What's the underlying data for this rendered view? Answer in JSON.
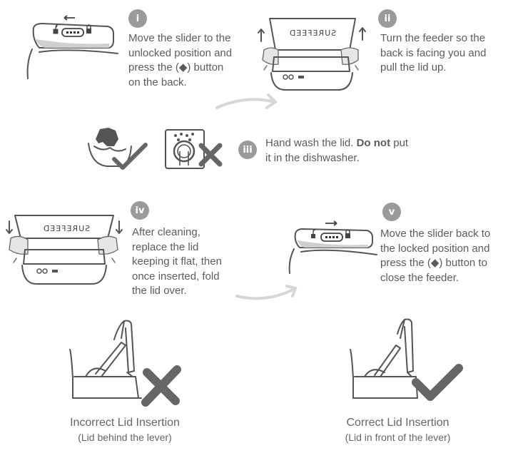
{
  "steps": [
    {
      "badge": "i",
      "text": [
        "Move the slider to the",
        "unlocked position and",
        "press the (◆) button",
        "on the back."
      ]
    },
    {
      "badge": "ii",
      "text": [
        "Turn the feeder so the",
        "back is facing you and",
        "pull the lid up."
      ]
    },
    {
      "badge": "iii",
      "text_line1_a": "Hand wash the lid. ",
      "text_line1_b": "Do not",
      "text_line1_c": " put",
      "text_line2": "it in the dishwasher."
    },
    {
      "badge": "iv",
      "text": [
        "After cleaning,",
        "replace the lid",
        "keeping it flat, then",
        "once inserted, fold",
        "the lid over."
      ]
    },
    {
      "badge": "v",
      "text": [
        "Move the slider back to",
        "the locked position and",
        "press the (◆) button to",
        "close the feeder."
      ]
    }
  ],
  "brand_label": "SUREFEED",
  "captions": {
    "incorrect": {
      "main": "Incorrect Lid Insertion",
      "sub": "(Lid behind the lever)"
    },
    "correct": {
      "main": "Correct Lid Insertion",
      "sub": "(Lid in front of the lever)"
    }
  },
  "icons": [
    "slider-unlock-illustration",
    "lid-pull-illustration",
    "hand-wash-icon",
    "dishwasher-icon",
    "check-icon",
    "cross-icon",
    "lid-insert-illustration",
    "slider-lock-illustration",
    "lever-incorrect-illustration",
    "lever-correct-illustration"
  ]
}
